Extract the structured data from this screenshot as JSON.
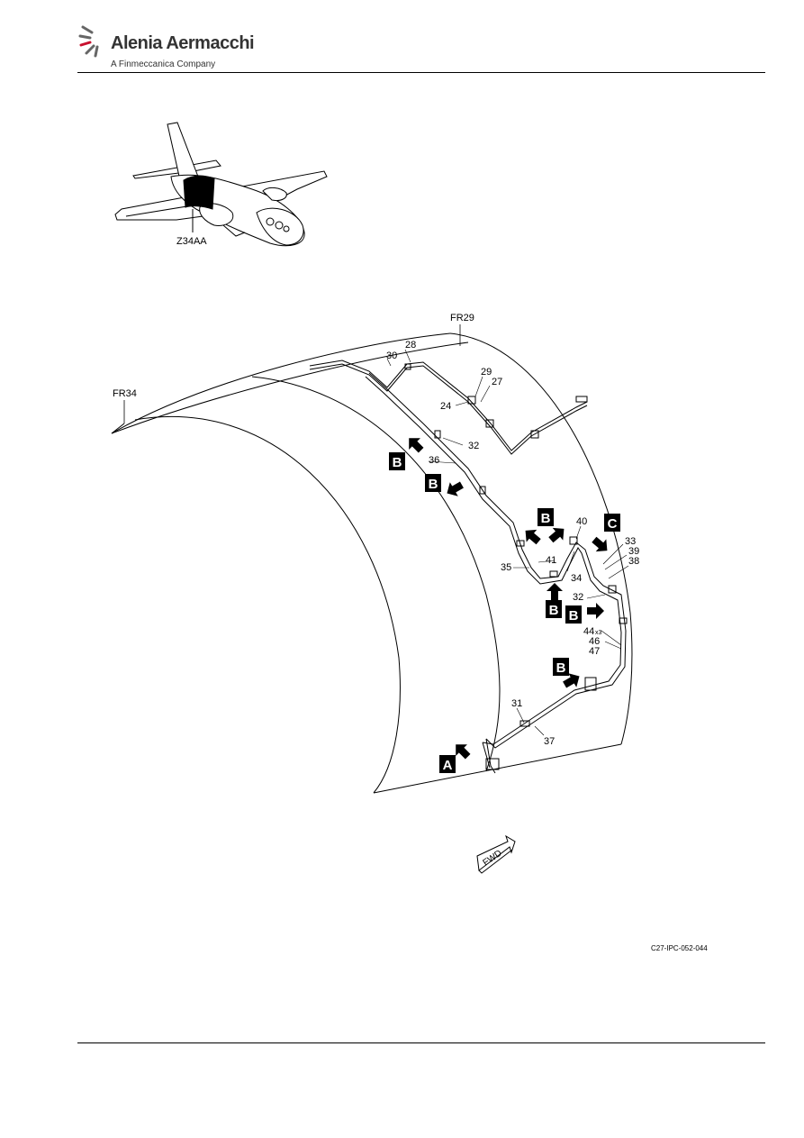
{
  "header": {
    "company": "Alenia Aermacchi",
    "subtitle": "A Finmeccanica Company"
  },
  "locator": {
    "zone": "Z34AA"
  },
  "frames": {
    "fr29": "FR29",
    "fr34": "FR34"
  },
  "callouts": {
    "n24": "24",
    "n27": "27",
    "n28": "28",
    "n29": "29",
    "n30": "30",
    "n31": "31",
    "n32a": "32",
    "n32b": "32",
    "n33": "33",
    "n34": "34",
    "n35": "35",
    "n36": "36",
    "n37": "37",
    "n38": "38",
    "n39": "39",
    "n40": "40",
    "n41": "41",
    "n44": "44",
    "n44x": "x3",
    "n46": "46",
    "n47": "47"
  },
  "views": {
    "a": "A",
    "b": "B",
    "c": "C"
  },
  "fwd": "FWD",
  "figure_ref": "C27-IPC-052-044"
}
